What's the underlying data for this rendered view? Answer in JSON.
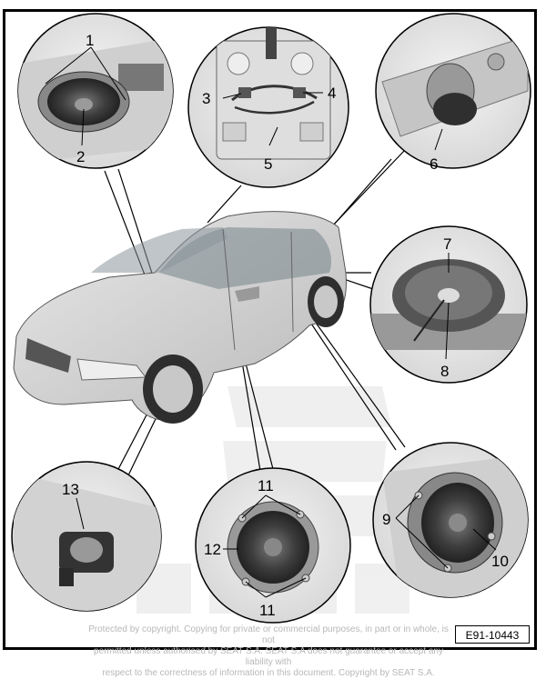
{
  "diagram": {
    "reference_code": "E91-10443",
    "copyright_line1": "Protected by copyright. Copying for private or commercial purposes, in part or in whole, is not",
    "copyright_line2": "permitted unless authorised by SEAT S.A. SEAT S.A does not guarantee or accept any liability with",
    "copyright_line3": "respect to the correctness of information in this document. Copyright by SEAT S.A.",
    "callouts": [
      "1",
      "2",
      "3",
      "4",
      "5",
      "6",
      "7",
      "8",
      "9",
      "10",
      "11",
      "12",
      "13",
      "11"
    ]
  }
}
